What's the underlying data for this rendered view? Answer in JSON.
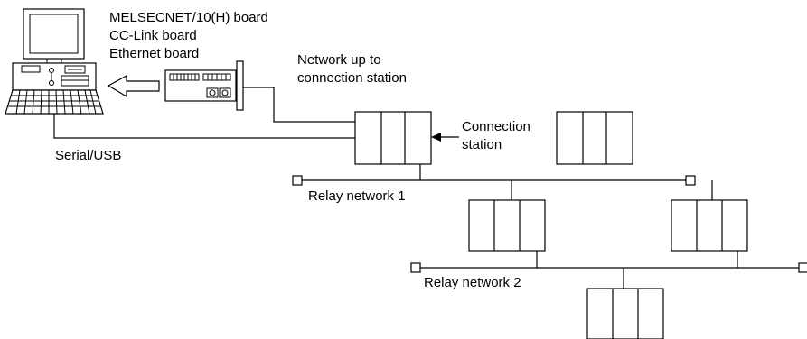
{
  "boards": {
    "line1": "MELSECNET/10(H) board",
    "line2": "CC-Link board",
    "line3": "Ethernet board"
  },
  "network_up": {
    "line1": "Network up to",
    "line2": "connection station"
  },
  "connection_station": {
    "line1": "Connection",
    "line2": "station"
  },
  "serial_usb": "Serial/USB",
  "relay_network_1": "Relay network 1",
  "relay_network_2": "Relay network 2",
  "colors": {
    "line": "#000000",
    "background": "#ffffff"
  }
}
